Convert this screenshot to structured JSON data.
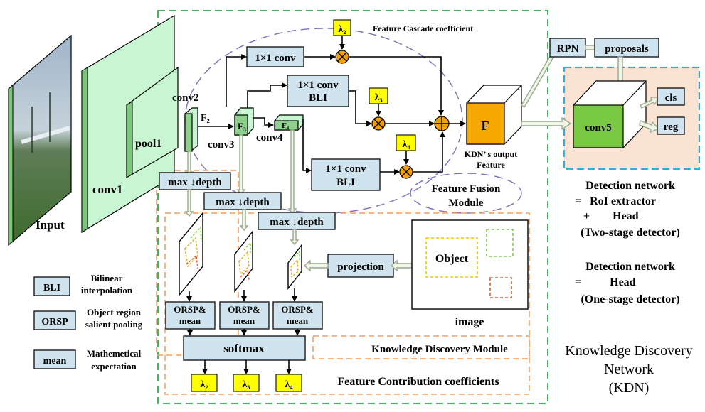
{
  "input": {
    "label": "Input"
  },
  "layers": {
    "conv1": "conv1",
    "pool1": "pool1",
    "conv2": "conv2",
    "f2": "F₂",
    "conv3": "conv3",
    "f3": "F₃",
    "conv4": "conv4",
    "f4": "F₄"
  },
  "cascade": {
    "title": "Feature Cascade coefficient",
    "conv_1x1": "1×1 conv",
    "conv_bli_a_line1": "1×1 conv",
    "conv_bli_a_line2": "BLI",
    "conv_bli_b_line1": "1×1 conv",
    "conv_bli_b_line2": "BLI",
    "lambda2": "λ₂",
    "lambda3": "λ₃",
    "lambda4": "λ₄",
    "mult_symbol": "⊗",
    "sum_symbol": "⊕"
  },
  "fusion": {
    "output_label": "F",
    "caption_line1": "KDN’ s output",
    "caption_line2": "Feature",
    "module_line1": "Feature Fusion",
    "module_line2": "Module"
  },
  "discovery": {
    "maxdepth": "max ↓depth",
    "orsp_line1": "ORSP&",
    "orsp_line2": "mean",
    "softmax": "softmax",
    "projection": "projection",
    "object": "Object",
    "image_label": "image",
    "module_title": "Knowledge Discovery Module",
    "contrib_title": "Feature Contribution coefficients",
    "lambda2": "λ₂",
    "lambda3": "λ₃",
    "lambda4": "λ₄"
  },
  "detection": {
    "rpn": "RPN",
    "proposals": "proposals",
    "conv5": "conv5",
    "cls": "cls",
    "reg": "reg",
    "title": "Detection network",
    "two_stage_line1": "=   RoI extractor",
    "two_stage_line2": "+        Head",
    "two_stage_line3": "(Two-stage detector)",
    "title2": "Detection network",
    "one_stage_line1": "=          Head",
    "one_stage_line2": "(One-stage detector)"
  },
  "legend": [
    {
      "abbr": "BLI",
      "line1": "Bilinear",
      "line2": "interpolation"
    },
    {
      "abbr": "ORSP",
      "line1": "Object region",
      "line2": "salient pooling"
    },
    {
      "abbr": "mean",
      "line1": "Mathemetical",
      "line2": "expectation"
    }
  ],
  "network": {
    "line1": "Knowledge Discovery",
    "line2": "Network",
    "line3": "(KDN)"
  },
  "colors": {
    "green_frame": "#2eaa4a",
    "orange_frame": "#f0a060",
    "blue_frame": "#2ab0e0",
    "box_fill": "#cfe4ee",
    "lambda_fill": "#ffff00",
    "output_fill": "#f5a800",
    "detection_bg": "#fbe3d4"
  }
}
